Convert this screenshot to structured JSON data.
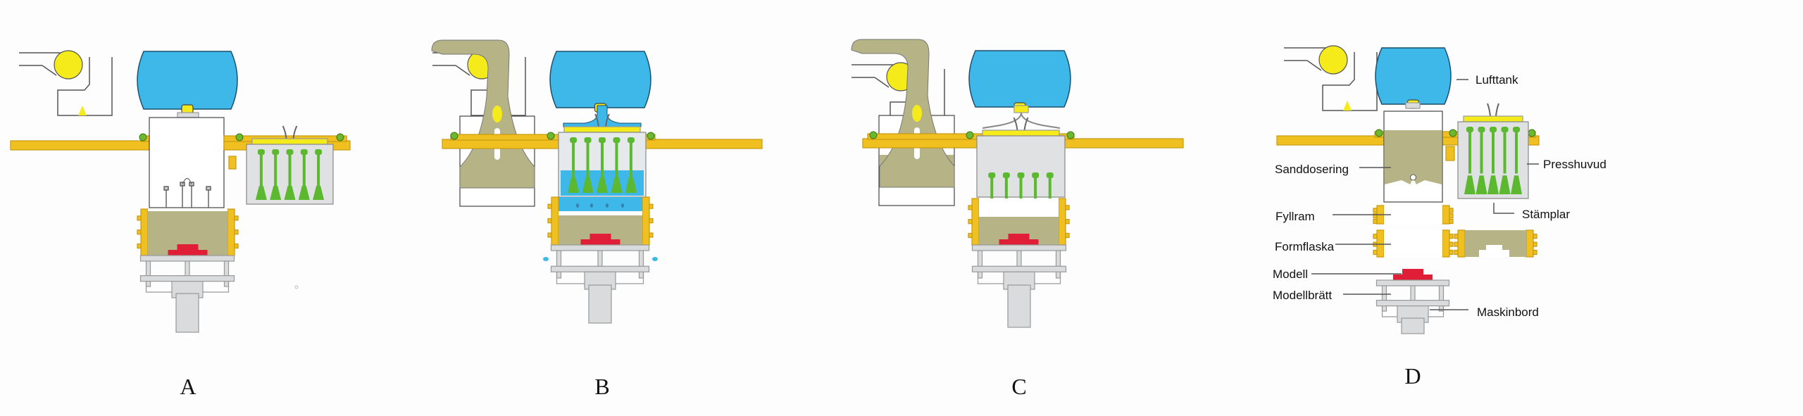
{
  "panels": [
    {
      "letter": "A"
    },
    {
      "letter": "B"
    },
    {
      "letter": "C"
    },
    {
      "letter": "D"
    }
  ],
  "labels": {
    "air_tank": "Lufttank",
    "sand_dosing": "Sanddosering",
    "press_head": "Presshuvud",
    "fill_frame": "Fyllram",
    "stamps": "Stämplar",
    "mould_flask": "Formflaska",
    "pattern": "Modell",
    "pattern_plate": "Modellbrätt",
    "machine_table": "Maskinbord"
  },
  "colors": {
    "air": "#3db8e8",
    "sand": "#b6b487",
    "rail": "#f0c020",
    "wheel": "#f5ea1a",
    "stamp": "#5cb82e",
    "pattern": "#e01e37",
    "steel": "#d9dbdd"
  }
}
